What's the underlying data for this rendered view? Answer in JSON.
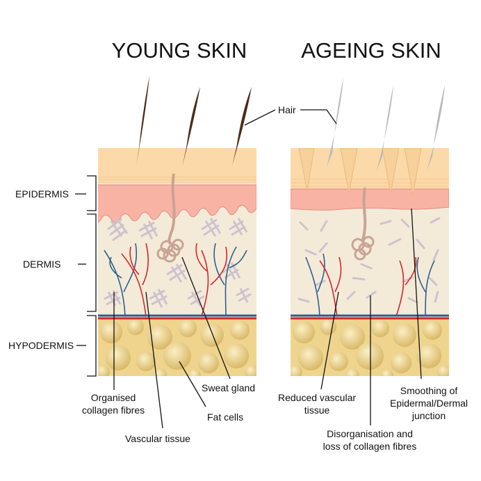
{
  "titles": {
    "young": "YOUNG SKIN",
    "ageing": "AGEING SKIN"
  },
  "layers": {
    "epidermis": "EPIDERMIS",
    "dermis": "DERMIS",
    "hypodermis": "HYPODERMIS"
  },
  "labels": {
    "hair": "Hair",
    "organised_1": "Organised",
    "organised_2": "collagen fibres",
    "sweat_gland": "Sweat gland",
    "fat_cells": "Fat cells",
    "vascular_tissue": "Vascular tissue",
    "reduced_1": "Reduced vascular",
    "reduced_2": "tissue",
    "smoothing_1": "Smoothing of",
    "smoothing_2": "Epidermal/Dermal",
    "smoothing_3": "junction",
    "disorg_1": "Disorganisation and",
    "disorg_2": "loss of collagen fibres"
  },
  "colors": {
    "stratum": "#fcd9a8",
    "epidermis": "#f8b3a4",
    "dermis": "#f3ebd8",
    "fat": "#efd48e",
    "artery": "#d8242a",
    "vein": "#2e5f8f",
    "collagen": "#cfc2cf",
    "hair_young": "#4a2c17",
    "hair_old": "#b9b9b9"
  }
}
